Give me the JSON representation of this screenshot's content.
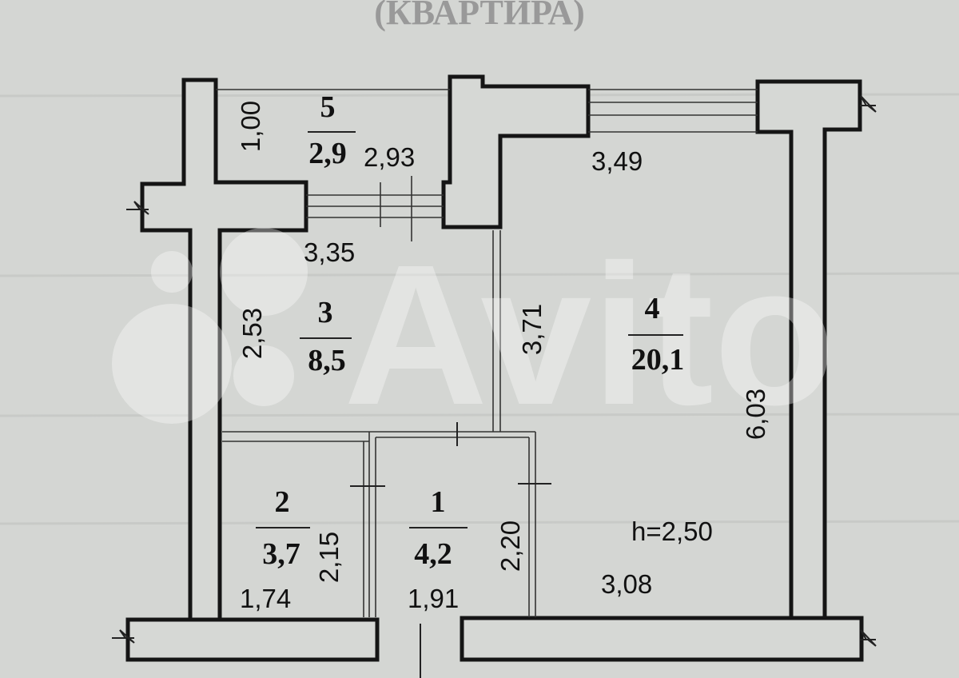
{
  "header_text": "(КВАРТИРА)",
  "ceiling_height": "h=2,50",
  "rooms": [
    {
      "id": "5",
      "number": "5",
      "area": "2,9"
    },
    {
      "id": "3",
      "number": "3",
      "area": "8,5"
    },
    {
      "id": "4",
      "number": "4",
      "area": "20,1"
    },
    {
      "id": "2",
      "number": "2",
      "area": "3,7"
    },
    {
      "id": "1",
      "number": "1",
      "area": "4,2"
    }
  ],
  "dimensions": {
    "balcony_depth": "1,00",
    "balcony_width": "2,93",
    "room4_top_width": "3,49",
    "room3_width": "3,35",
    "room3_height": "2,53",
    "room34_partition": "3,71",
    "room4_height": "6,03",
    "room2_height": "2,15",
    "room2_width": "1,74",
    "room1_width": "1,91",
    "room1_height": "2,20",
    "room4_bottom_width": "3,08"
  },
  "watermark": "Avito"
}
